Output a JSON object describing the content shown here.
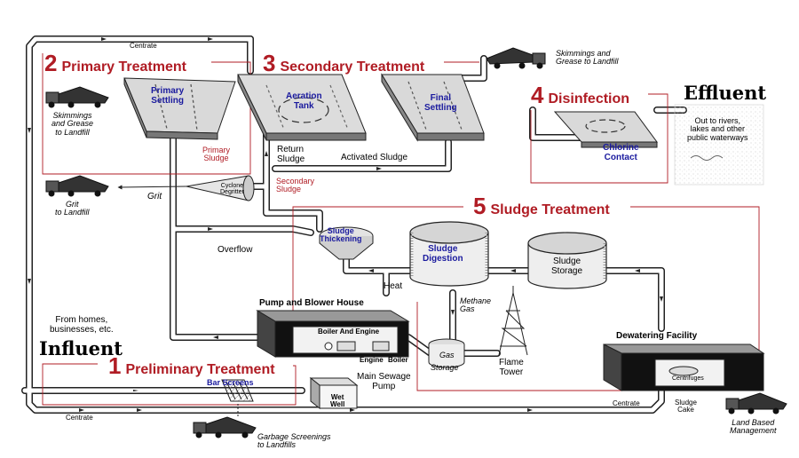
{
  "stages": {
    "preliminary": {
      "number": "1",
      "title": "Preliminary Treatment"
    },
    "primary": {
      "number": "2",
      "title": "Primary Treatment"
    },
    "secondary": {
      "number": "3",
      "title": "Secondary Treatment"
    },
    "disinfection": {
      "number": "4",
      "title": "Disinfection"
    },
    "sludge": {
      "number": "5",
      "title": "Sludge Treatment"
    }
  },
  "units": {
    "primary_settling": "Primary\nSettling",
    "aeration_tank": "Aeration\nTank",
    "final_settling": "Final\nSettling",
    "chlorine_contact": "Chlorine\nContact",
    "sludge_thickening": "Sludge\nThickening",
    "sludge_digestion": "Sludge\nDigestion",
    "sludge_storage": "Sludge\nStorage",
    "bar_screens": "Bar Screens",
    "cyclone_degritter": "Cyclone\nDegritter",
    "wet_well": "Wet\nWell",
    "pump_blower_house": "Pump and Blower House",
    "boiler_and_engine": "Boiler And Engine",
    "engine": "Engine",
    "boiler": "Boiler",
    "main_sewage_pump": "Main Sewage\nPump",
    "gas_storage_gas": "Gas",
    "gas_storage_storage": "Storage",
    "flame_tower": "Flame\nTower",
    "dewatering_facility": "Dewatering Facility",
    "centrifuges": "Centrifuges"
  },
  "flows": {
    "centrate_top": "Centrate",
    "centrate_bottom_left": "Centrate",
    "centrate_bottom_right": "Centrate",
    "primary_sludge": "Primary\nSludge",
    "secondary_sludge": "Secondary\nSludge",
    "return_sludge": "Return\nSludge",
    "activated_sludge": "Activated Sludge",
    "grit": "Grit",
    "overflow": "Overflow",
    "heat": "Heat",
    "methane_gas": "Methane\nGas",
    "sludge_cake": "Sludge\nCake"
  },
  "trucks": {
    "skim_top": "Skimmings and\nGrease to Landfill",
    "skim_left": "Skimmings\nand Grease\nto Landfill",
    "grit_landfill": "Grit\nto Landfill",
    "garbage": "Garbage Screenings\nto Landfills",
    "land_based": "Land Based\nManagement"
  },
  "influent": {
    "title": "Influent",
    "source": "From homes,\nbusinesses, etc."
  },
  "effluent": {
    "title": "Effluent",
    "dest": "Out to rivers,\nlakes and other\npublic waterways"
  },
  "colors": {
    "stage_red": "#b01c24",
    "unit_blue": "#1a1a9e",
    "pipe": "#ffffff",
    "pipe_edge": "#222222"
  }
}
